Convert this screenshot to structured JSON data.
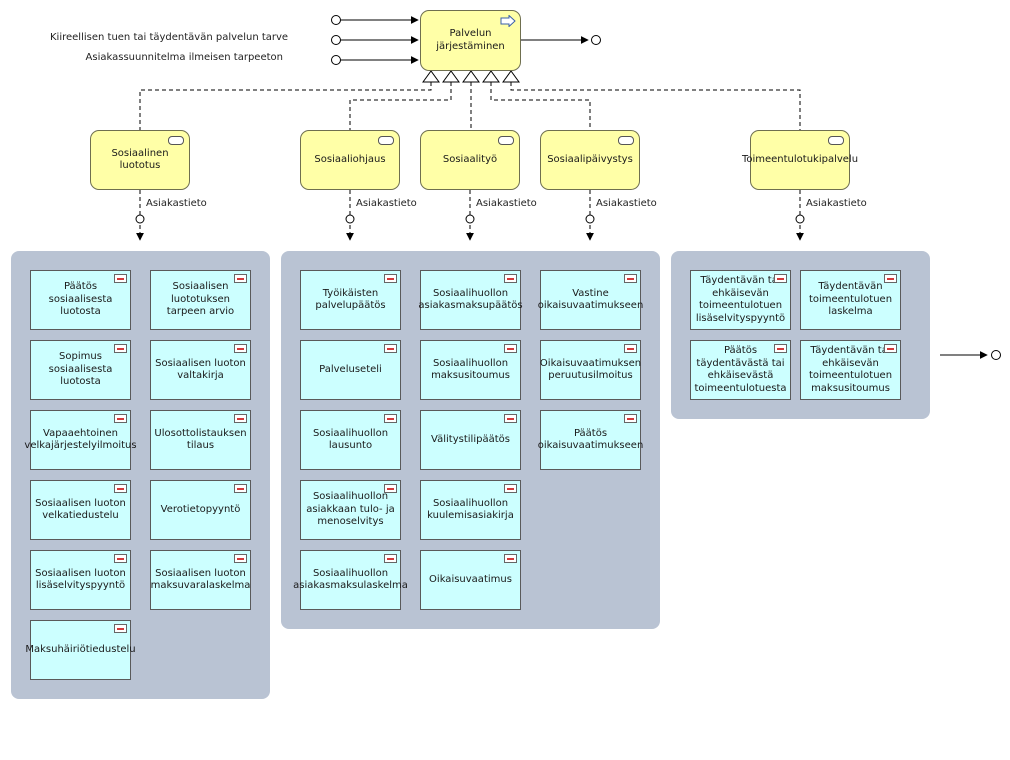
{
  "inputs": [
    "Kiireellisen tuen tai täydentävän palvelun tarve",
    "Asiakassuunnitelma ilmeisen tarpeeton"
  ],
  "process": {
    "name": "Palvelun järjestäminen",
    "icon": "process-arrow-icon"
  },
  "services": [
    {
      "name": "Sosiaalinen luototus",
      "flow_label": "Asiakastieto"
    },
    {
      "name": "Sosiaaliohjaus",
      "flow_label": "Asiakastieto"
    },
    {
      "name": "Sosiaalityö",
      "flow_label": "Asiakastieto"
    },
    {
      "name": "Sosiaalipäivystys",
      "flow_label": "Asiakastieto"
    },
    {
      "name": "Toimeentulotukipalvelu",
      "flow_label": "Asiakastieto"
    }
  ],
  "groups": {
    "luototus": [
      "Päätös sosiaalisesta luotosta",
      "Sosiaalisen luototuksen tarpeen arvio",
      "Sopimus sosiaalisesta luotosta",
      "Sosiaalisen luoton valtakirja",
      "Vapaaehtoinen velkajärjestelyilmoitus",
      "Ulosottolistauksen tilaus",
      "Sosiaalisen luoton velkatiedustelu",
      "Verotietopyyntö",
      "Sosiaalisen luoton lisäselvityspyyntö",
      "Sosiaalisen luoton maksuvaralaskelma",
      "Maksuhäiriötiedustelu"
    ],
    "ohjaus_col": [
      "Työikäisten palvelupäätös",
      "Palveluseteli",
      "Sosiaalihuollon lausunto",
      "Sosiaalihuollon asiakkaan tulo- ja menoselvitys",
      "Sosiaalihuollon asiakasmaksulaskelma"
    ],
    "tyo_col": [
      "Sosiaalihuollon asiakasmaksupäätös",
      "Sosiaalihuollon maksusitoumus",
      "Välitystilipäätös",
      "Sosiaalihuollon kuulemisasiakirja",
      "Oikaisuvaatimus"
    ],
    "paivystys_col": [
      "Vastine oikaisuvaatimukseen",
      "Oikaisuvaatimuksen peruutusilmoitus",
      "Päätös oikaisuvaatimukseen"
    ],
    "toimeentulo": [
      "Täydentävän tai ehkäisevän toimeentulotuen lisäselvityspyyntö",
      "Täydentävän toimeentulotuen laskelma",
      "Päätös täydentävästä tai ehkäisevästä toimeentulotuesta",
      "Täydentävän tai ehkäisevän toimeentulotuen maksusitoumus"
    ]
  },
  "colors": {
    "service_fill": "#ffffa7",
    "object_fill": "#ccffff",
    "group_fill": "#b9c3d3"
  }
}
